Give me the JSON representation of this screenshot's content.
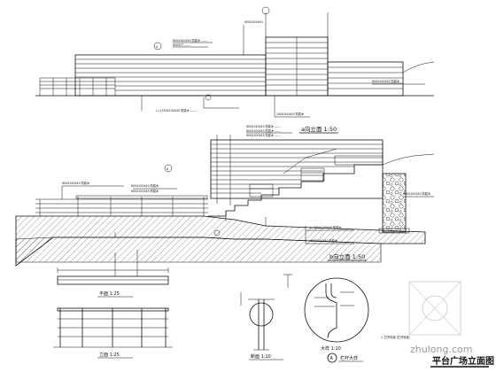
{
  "drawing_title": "平台广场立面图",
  "elevation_a": {
    "label": "a向立面 1:50"
  },
  "elevation_b": {
    "label": "b向立面 1:50"
  },
  "detail_plan": {
    "label": "平面 1:25"
  },
  "detail_elev": {
    "label": "立面 1:25"
  },
  "detail_section_1": {
    "label": "断面 1:10"
  },
  "detail_section_2": {
    "label": "大样 1:10"
  },
  "railing_detail": {
    "marker": "A",
    "label": "栏杆大样"
  },
  "note": {
    "text": "1. 栏杆标准 (栏杆标准)"
  },
  "watermark": {
    "text": "zhulong.com"
  },
  "callout_markers": [
    "A",
    "A",
    "A"
  ]
}
